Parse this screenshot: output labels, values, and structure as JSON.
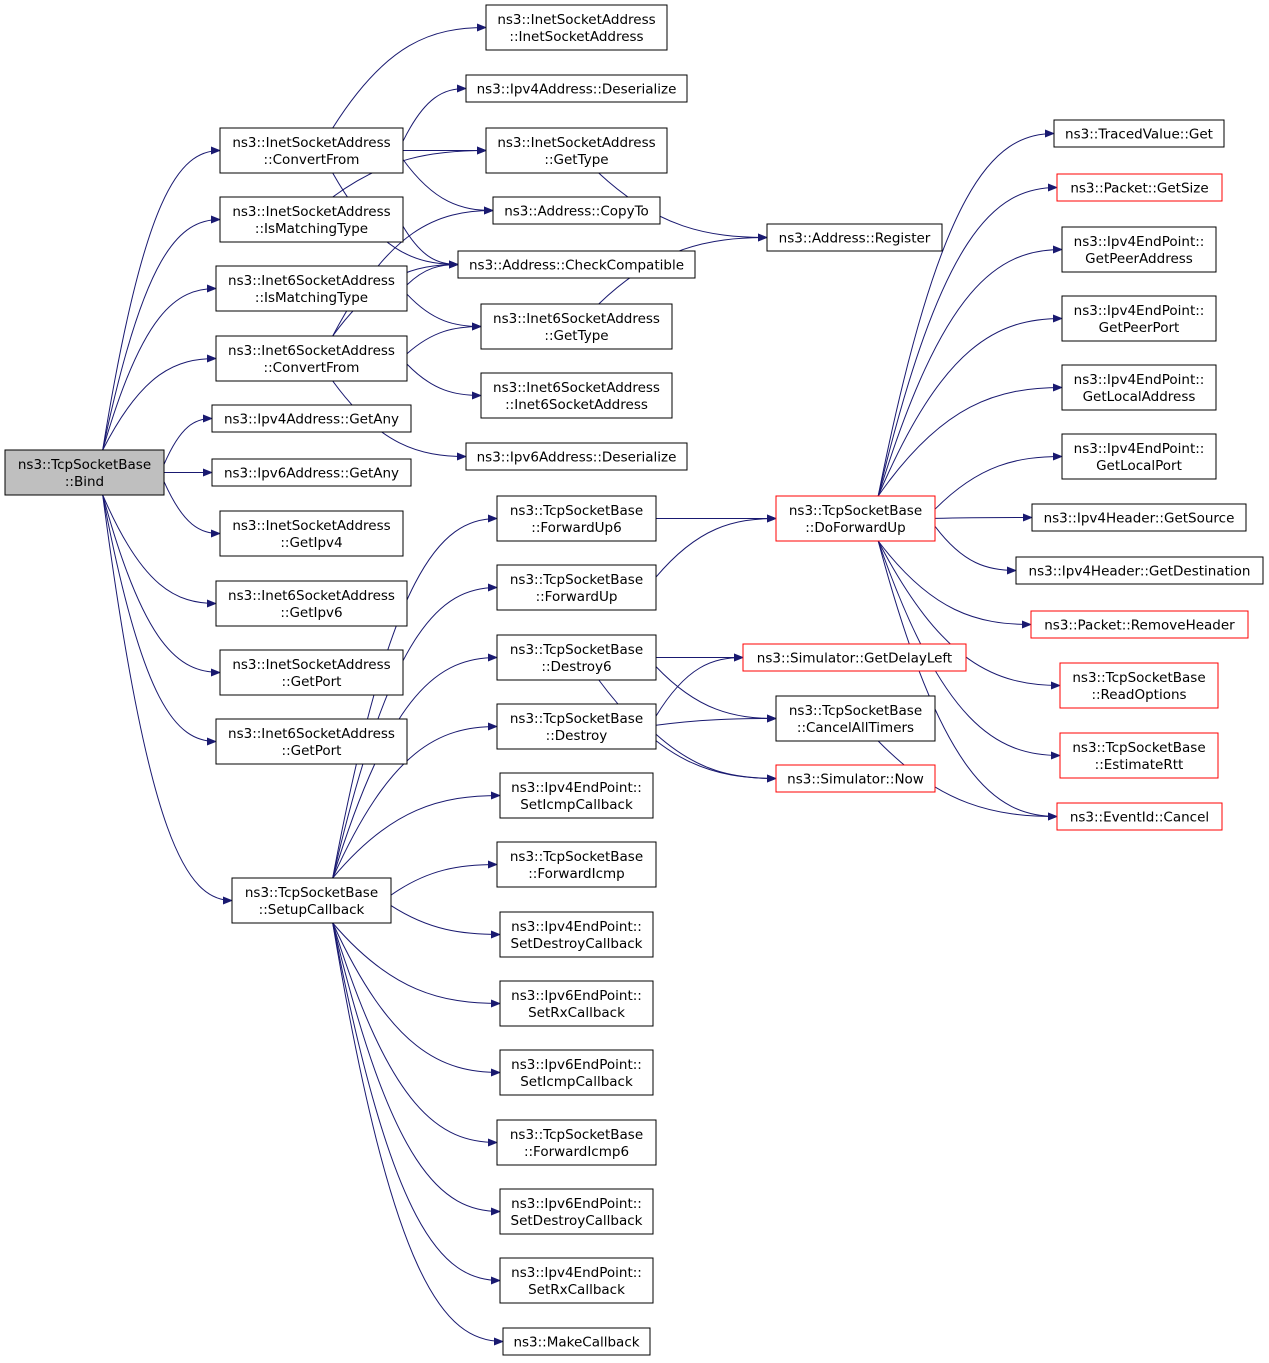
{
  "nodes": {
    "tsb_bind": [
      "ns3::TcpSocketBase",
      "::Bind"
    ],
    "inet_convert": [
      "ns3::InetSocketAddress",
      "::ConvertFrom"
    ],
    "inet_ismatch": [
      "ns3::InetSocketAddress",
      "::IsMatchingType"
    ],
    "inet6_ismatch": [
      "ns3::Inet6SocketAddress",
      "::IsMatchingType"
    ],
    "inet6_convert": [
      "ns3::Inet6SocketAddress",
      "::ConvertFrom"
    ],
    "ipv4_getany": [
      "ns3::Ipv4Address::GetAny"
    ],
    "ipv6_getany": [
      "ns3::Ipv6Address::GetAny"
    ],
    "inet_getipv4": [
      "ns3::InetSocketAddress",
      "::GetIpv4"
    ],
    "inet6_getipv6": [
      "ns3::Inet6SocketAddress",
      "::GetIpv6"
    ],
    "inet_getport": [
      "ns3::InetSocketAddress",
      "::GetPort"
    ],
    "inet6_getport": [
      "ns3::Inet6SocketAddress",
      "::GetPort"
    ],
    "tsb_setupcb": [
      "ns3::TcpSocketBase",
      "::SetupCallback"
    ],
    "inet_ctor": [
      "ns3::InetSocketAddress",
      "::InetSocketAddress"
    ],
    "ipv4_deser": [
      "ns3::Ipv4Address::Deserialize"
    ],
    "inet_gettype": [
      "ns3::InetSocketAddress",
      "::GetType"
    ],
    "addr_copyto": [
      "ns3::Address::CopyTo"
    ],
    "addr_checkcompat": [
      "ns3::Address::CheckCompatible"
    ],
    "inet6_gettype": [
      "ns3::Inet6SocketAddress",
      "::GetType"
    ],
    "inet6_ctor": [
      "ns3::Inet6SocketAddress",
      "::Inet6SocketAddress"
    ],
    "ipv6_deser": [
      "ns3::Ipv6Address::Deserialize"
    ],
    "addr_register": [
      "ns3::Address::Register"
    ],
    "tsb_fwdup6": [
      "ns3::TcpSocketBase",
      "::ForwardUp6"
    ],
    "tsb_fwdup": [
      "ns3::TcpSocketBase",
      "::ForwardUp"
    ],
    "tsb_destroy6": [
      "ns3::TcpSocketBase",
      "::Destroy6"
    ],
    "tsb_destroy": [
      "ns3::TcpSocketBase",
      "::Destroy"
    ],
    "ipv4ep_seticmp": [
      "ns3::Ipv4EndPoint::",
      "SetIcmpCallback"
    ],
    "tsb_fwdicmp": [
      "ns3::TcpSocketBase",
      "::ForwardIcmp"
    ],
    "ipv4ep_setdestroy": [
      "ns3::Ipv4EndPoint::",
      "SetDestroyCallback"
    ],
    "ipv6ep_setrx": [
      "ns3::Ipv6EndPoint::",
      "SetRxCallback"
    ],
    "ipv6ep_seticmp": [
      "ns3::Ipv6EndPoint::",
      "SetIcmpCallback"
    ],
    "tsb_fwdicmp6": [
      "ns3::TcpSocketBase",
      "::ForwardIcmp6"
    ],
    "ipv6ep_setdestroy": [
      "ns3::Ipv6EndPoint::",
      "SetDestroyCallback"
    ],
    "ipv4ep_setrx": [
      "ns3::Ipv4EndPoint::",
      "SetRxCallback"
    ],
    "makecallback": [
      "ns3::MakeCallback"
    ],
    "tsb_dofwdup": [
      "ns3::TcpSocketBase",
      "::DoForwardUp"
    ],
    "sim_getdelayleft": [
      "ns3::Simulator::GetDelayLeft"
    ],
    "tsb_cancelall": [
      "ns3::TcpSocketBase",
      "::CancelAllTimers"
    ],
    "sim_now": [
      "ns3::Simulator::Now"
    ],
    "tracedvalue_get": [
      "ns3::TracedValue::Get"
    ],
    "packet_getsize": [
      "ns3::Packet::GetSize"
    ],
    "ipv4ep_getpeeraddr": [
      "ns3::Ipv4EndPoint::",
      "GetPeerAddress"
    ],
    "ipv4ep_getpeerport": [
      "ns3::Ipv4EndPoint::",
      "GetPeerPort"
    ],
    "ipv4ep_getlocaladdr": [
      "ns3::Ipv4EndPoint::",
      "GetLocalAddress"
    ],
    "ipv4ep_getlocalport": [
      "ns3::Ipv4EndPoint::",
      "GetLocalPort"
    ],
    "ipv4hdr_getsource": [
      "ns3::Ipv4Header::GetSource"
    ],
    "ipv4hdr_getdest": [
      "ns3::Ipv4Header::GetDestination"
    ],
    "packet_removeheader": [
      "ns3::Packet::RemoveHeader"
    ],
    "tsb_readoptions": [
      "ns3::TcpSocketBase",
      "::ReadOptions"
    ],
    "tsb_estimatertt": [
      "ns3::TcpSocketBase",
      "::EstimateRtt"
    ],
    "eventid_cancel": [
      "ns3::EventId::Cancel"
    ]
  },
  "colors": {
    "edge": "#191970",
    "root_fill": "#bfbfbf",
    "node_border": "#000000",
    "external_border": "#ff0000"
  },
  "edges": [
    [
      "tsb_bind",
      "inet_convert"
    ],
    [
      "tsb_bind",
      "inet_ismatch"
    ],
    [
      "tsb_bind",
      "inet6_ismatch"
    ],
    [
      "tsb_bind",
      "inet6_convert"
    ],
    [
      "tsb_bind",
      "ipv4_getany"
    ],
    [
      "tsb_bind",
      "ipv6_getany"
    ],
    [
      "tsb_bind",
      "inet_getipv4"
    ],
    [
      "tsb_bind",
      "inet6_getipv6"
    ],
    [
      "tsb_bind",
      "inet_getport"
    ],
    [
      "tsb_bind",
      "inet6_getport"
    ],
    [
      "tsb_bind",
      "tsb_setupcb"
    ],
    [
      "inet_convert",
      "inet_ctor"
    ],
    [
      "inet_convert",
      "ipv4_deser"
    ],
    [
      "inet_convert",
      "inet_gettype"
    ],
    [
      "inet_convert",
      "addr_copyto"
    ],
    [
      "inet_convert",
      "addr_checkcompat"
    ],
    [
      "inet_ismatch",
      "inet_gettype"
    ],
    [
      "inet_ismatch",
      "addr_checkcompat"
    ],
    [
      "inet6_ismatch",
      "addr_checkcompat"
    ],
    [
      "inet6_ismatch",
      "inet6_gettype"
    ],
    [
      "inet6_convert",
      "addr_copyto"
    ],
    [
      "inet6_convert",
      "addr_checkcompat"
    ],
    [
      "inet6_convert",
      "inet6_gettype"
    ],
    [
      "inet6_convert",
      "inet6_ctor"
    ],
    [
      "inet6_convert",
      "ipv6_deser"
    ],
    [
      "inet_gettype",
      "addr_register"
    ],
    [
      "inet6_gettype",
      "addr_register"
    ],
    [
      "tsb_setupcb",
      "tsb_fwdup6"
    ],
    [
      "tsb_setupcb",
      "tsb_fwdup"
    ],
    [
      "tsb_setupcb",
      "tsb_destroy6"
    ],
    [
      "tsb_setupcb",
      "tsb_destroy"
    ],
    [
      "tsb_setupcb",
      "ipv4ep_seticmp"
    ],
    [
      "tsb_setupcb",
      "tsb_fwdicmp"
    ],
    [
      "tsb_setupcb",
      "ipv4ep_setdestroy"
    ],
    [
      "tsb_setupcb",
      "ipv6ep_setrx"
    ],
    [
      "tsb_setupcb",
      "ipv6ep_seticmp"
    ],
    [
      "tsb_setupcb",
      "tsb_fwdicmp6"
    ],
    [
      "tsb_setupcb",
      "ipv6ep_setdestroy"
    ],
    [
      "tsb_setupcb",
      "ipv4ep_setrx"
    ],
    [
      "tsb_setupcb",
      "makecallback"
    ],
    [
      "tsb_fwdup6",
      "tsb_dofwdup"
    ],
    [
      "tsb_fwdup",
      "tsb_dofwdup"
    ],
    [
      "tsb_destroy6",
      "sim_getdelayleft"
    ],
    [
      "tsb_destroy6",
      "tsb_cancelall"
    ],
    [
      "tsb_destroy6",
      "sim_now"
    ],
    [
      "tsb_destroy",
      "sim_getdelayleft"
    ],
    [
      "tsb_destroy",
      "tsb_cancelall"
    ],
    [
      "tsb_destroy",
      "sim_now"
    ],
    [
      "tsb_cancelall",
      "eventid_cancel"
    ],
    [
      "tsb_dofwdup",
      "tracedvalue_get"
    ],
    [
      "tsb_dofwdup",
      "packet_getsize"
    ],
    [
      "tsb_dofwdup",
      "ipv4ep_getpeeraddr"
    ],
    [
      "tsb_dofwdup",
      "ipv4ep_getpeerport"
    ],
    [
      "tsb_dofwdup",
      "ipv4ep_getlocaladdr"
    ],
    [
      "tsb_dofwdup",
      "ipv4ep_getlocalport"
    ],
    [
      "tsb_dofwdup",
      "ipv4hdr_getsource"
    ],
    [
      "tsb_dofwdup",
      "ipv4hdr_getdest"
    ],
    [
      "tsb_dofwdup",
      "packet_removeheader"
    ],
    [
      "tsb_dofwdup",
      "tsb_readoptions"
    ],
    [
      "tsb_dofwdup",
      "tsb_estimatertt"
    ],
    [
      "tsb_dofwdup",
      "eventid_cancel"
    ]
  ]
}
